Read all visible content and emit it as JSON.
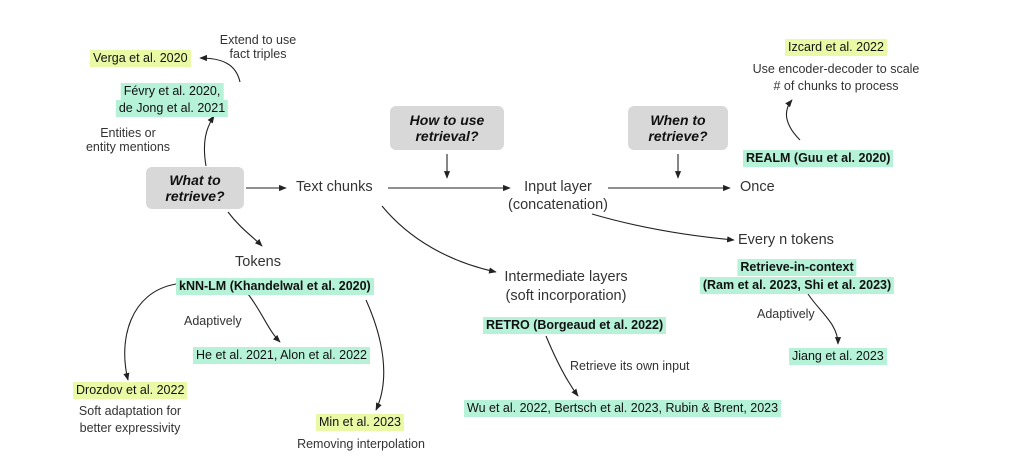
{
  "questions": {
    "what": "What to retrieve?",
    "how": "How to use retrieval?",
    "when": "When to retrieve?"
  },
  "nodes": {
    "text_chunks": "Text chunks",
    "tokens": "Tokens",
    "input_layer": "Input layer",
    "input_layer_sub": "(concatenation)",
    "intermediate": "Intermediate layers",
    "intermediate_sub": "(soft incorporation)",
    "once": "Once",
    "every_n": "Every n tokens"
  },
  "edge_labels": {
    "extend": "Extend to use",
    "extend2": "fact triples",
    "entities": "Entities or",
    "entities2": "entity mentions",
    "adaptively_left": "Adaptively",
    "adaptively_right": "Adaptively",
    "retrieve_own": "Retrieve its own input",
    "encdec": "Use encoder-decoder to scale",
    "encdec2": "# of chunks to process",
    "soft_adapt": "Soft adaptation for",
    "soft_adapt2": "better expressivity",
    "removing": "Removing interpolation"
  },
  "citations": {
    "verga": "Verga et al. 2020",
    "fevry": "Févry et al. 2020,",
    "dejong": "de Jong et al. 2021",
    "knnlm": "kNN-LM (Khandelwal et al. 2020)",
    "he_alon": "He et al. 2021, Alon et al. 2022",
    "drozdov": "Drozdov et al. 2022",
    "min": "Min et al. 2023",
    "retro": "RETRO (Borgeaud et al. 2022)",
    "wu": "Wu et al. 2022, Bertsch et al. 2023, Rubin & Brent, 2023",
    "izcard": "Izcard et al. 2022",
    "realm": "REALM (Guu et al. 2020)",
    "ric": "Retrieve-in-context",
    "ric2": "(Ram et al. 2023, Shi et al. 2023)",
    "jiang": "Jiang et al. 2023"
  },
  "colors": {
    "yellow_highlight": "#e9f9a6",
    "green_highlight": "#b5f2d8",
    "question_box": "#d8d8d8",
    "arrow": "#222222"
  }
}
